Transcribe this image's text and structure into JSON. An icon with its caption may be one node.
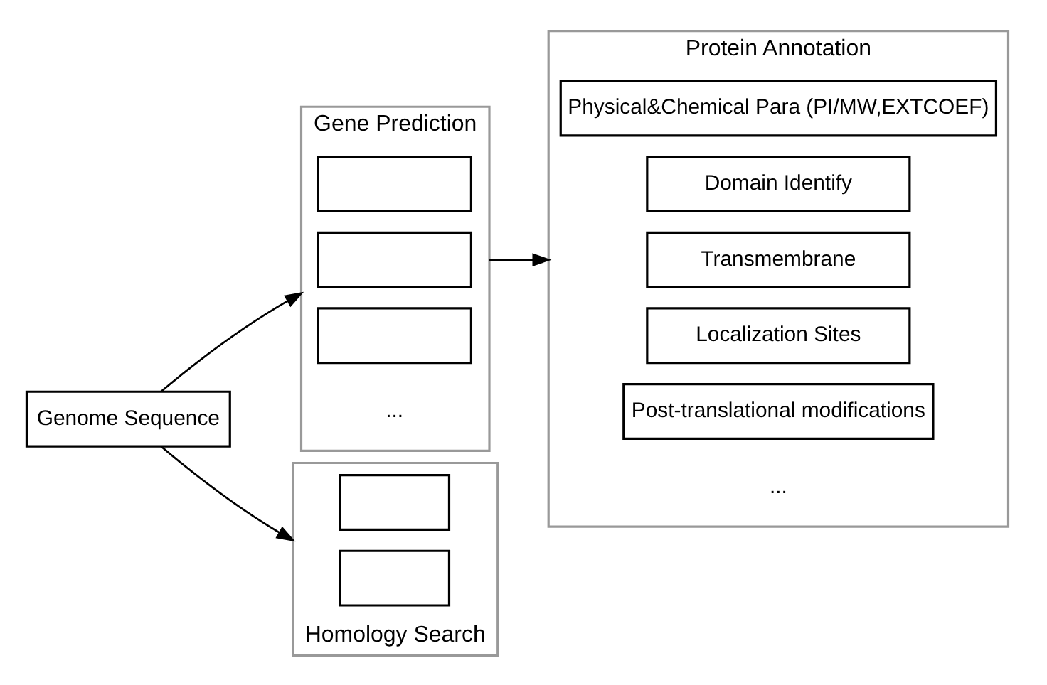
{
  "diagram": {
    "nodes": [
      {
        "text": [
          "Genome Sequence"
        ]
      },
      {
        "text": [
          "Gene Prediction"
        ]
      },
      {
        "text": [],
        "shape": "box",
        "in": 1
      },
      {
        "text": [],
        "shape": "box",
        "in": 1
      },
      {
        "text": [],
        "shape": "box",
        "in": 1
      },
      {
        "text": [
          "Homology Search"
        ]
      },
      {
        "text": [],
        "shape": "box",
        "in": 5
      },
      {
        "text": [],
        "shape": "box",
        "in": 5
      },
      {
        "text": [
          "Protein Annotation"
        ]
      },
      {
        "text": [
          "Physical&Chemical Para (PI/MW,EXTCOEF)"
        ],
        "in": 8
      },
      {
        "text": [
          "Domain Identify"
        ],
        "in": 8
      },
      {
        "text": [
          "Transmembrane"
        ],
        "in": 8
      },
      {
        "text": [
          "Localization Sites"
        ],
        "in": 8
      },
      {
        "text": [
          "Post-translational modifications"
        ],
        "in": 8
      }
    ],
    "edges": [
      {
        "from": 0,
        "to": 1,
        "arrow": "to"
      },
      {
        "from": 0,
        "to": 5,
        "arrow": "to"
      },
      {
        "from": 1,
        "to": 8,
        "arrow": "to"
      }
    ],
    "labels": [
      "...",
      "..."
    ]
  }
}
